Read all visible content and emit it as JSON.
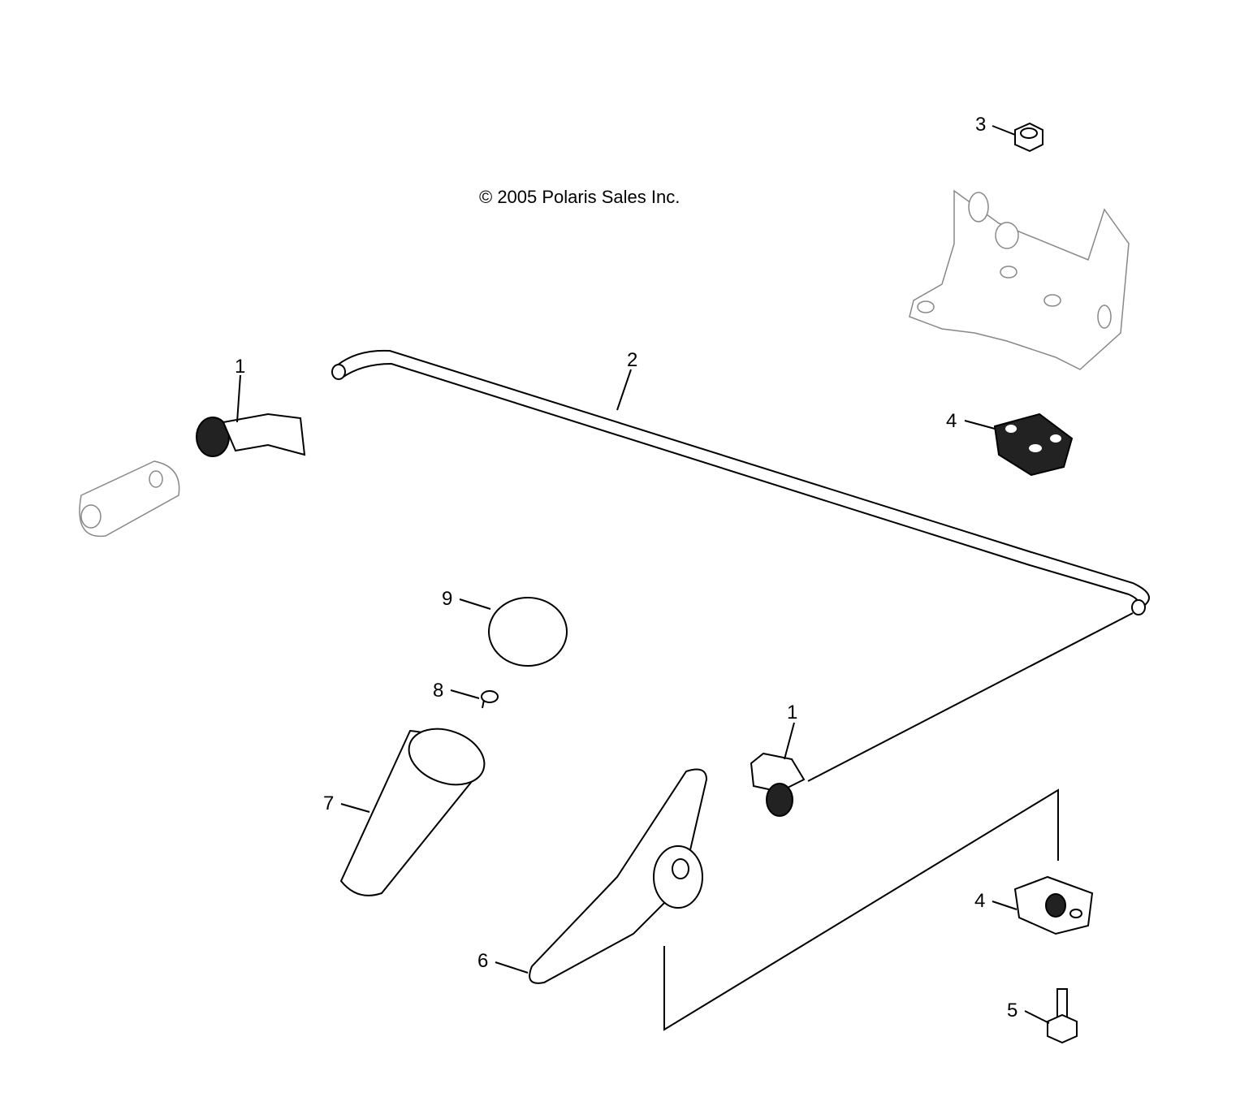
{
  "copyright": "© 2005 Polaris Sales Inc.",
  "callouts": [
    {
      "id": "3",
      "label": "3"
    },
    {
      "id": "1a",
      "label": "1"
    },
    {
      "id": "2",
      "label": "2"
    },
    {
      "id": "4a",
      "label": "4"
    },
    {
      "id": "9",
      "label": "9"
    },
    {
      "id": "8",
      "label": "8"
    },
    {
      "id": "1b",
      "label": "1"
    },
    {
      "id": "7",
      "label": "7"
    },
    {
      "id": "4b",
      "label": "4"
    },
    {
      "id": "6",
      "label": "6"
    },
    {
      "id": "5",
      "label": "5"
    }
  ]
}
